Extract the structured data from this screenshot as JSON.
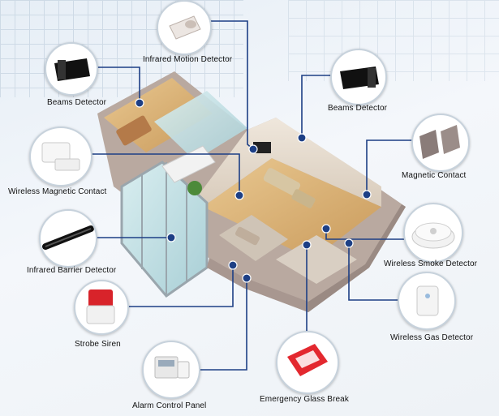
{
  "devices": {
    "infrared_motion": "Infrared Motion Detector",
    "beams_left": "Beams Detector",
    "beams_right": "Beams Detector",
    "wireless_magnetic": "Wireless Magnetic Contact",
    "magnetic": "Magnetic Contact",
    "infrared_barrier": "Infrared Barrier Detector",
    "smoke": "Wireless Smoke Detector",
    "strobe": "Strobe Siren",
    "gas": "Wireless Gas Detector",
    "alarm_panel": "Alarm Control Panel",
    "glass_break": "Emergency Glass Break"
  },
  "colors": {
    "connector": "#1d3f85",
    "panel_border": "#c7d2dc",
    "siren_red": "#d8232a",
    "glass_break_red": "#e3282f"
  }
}
